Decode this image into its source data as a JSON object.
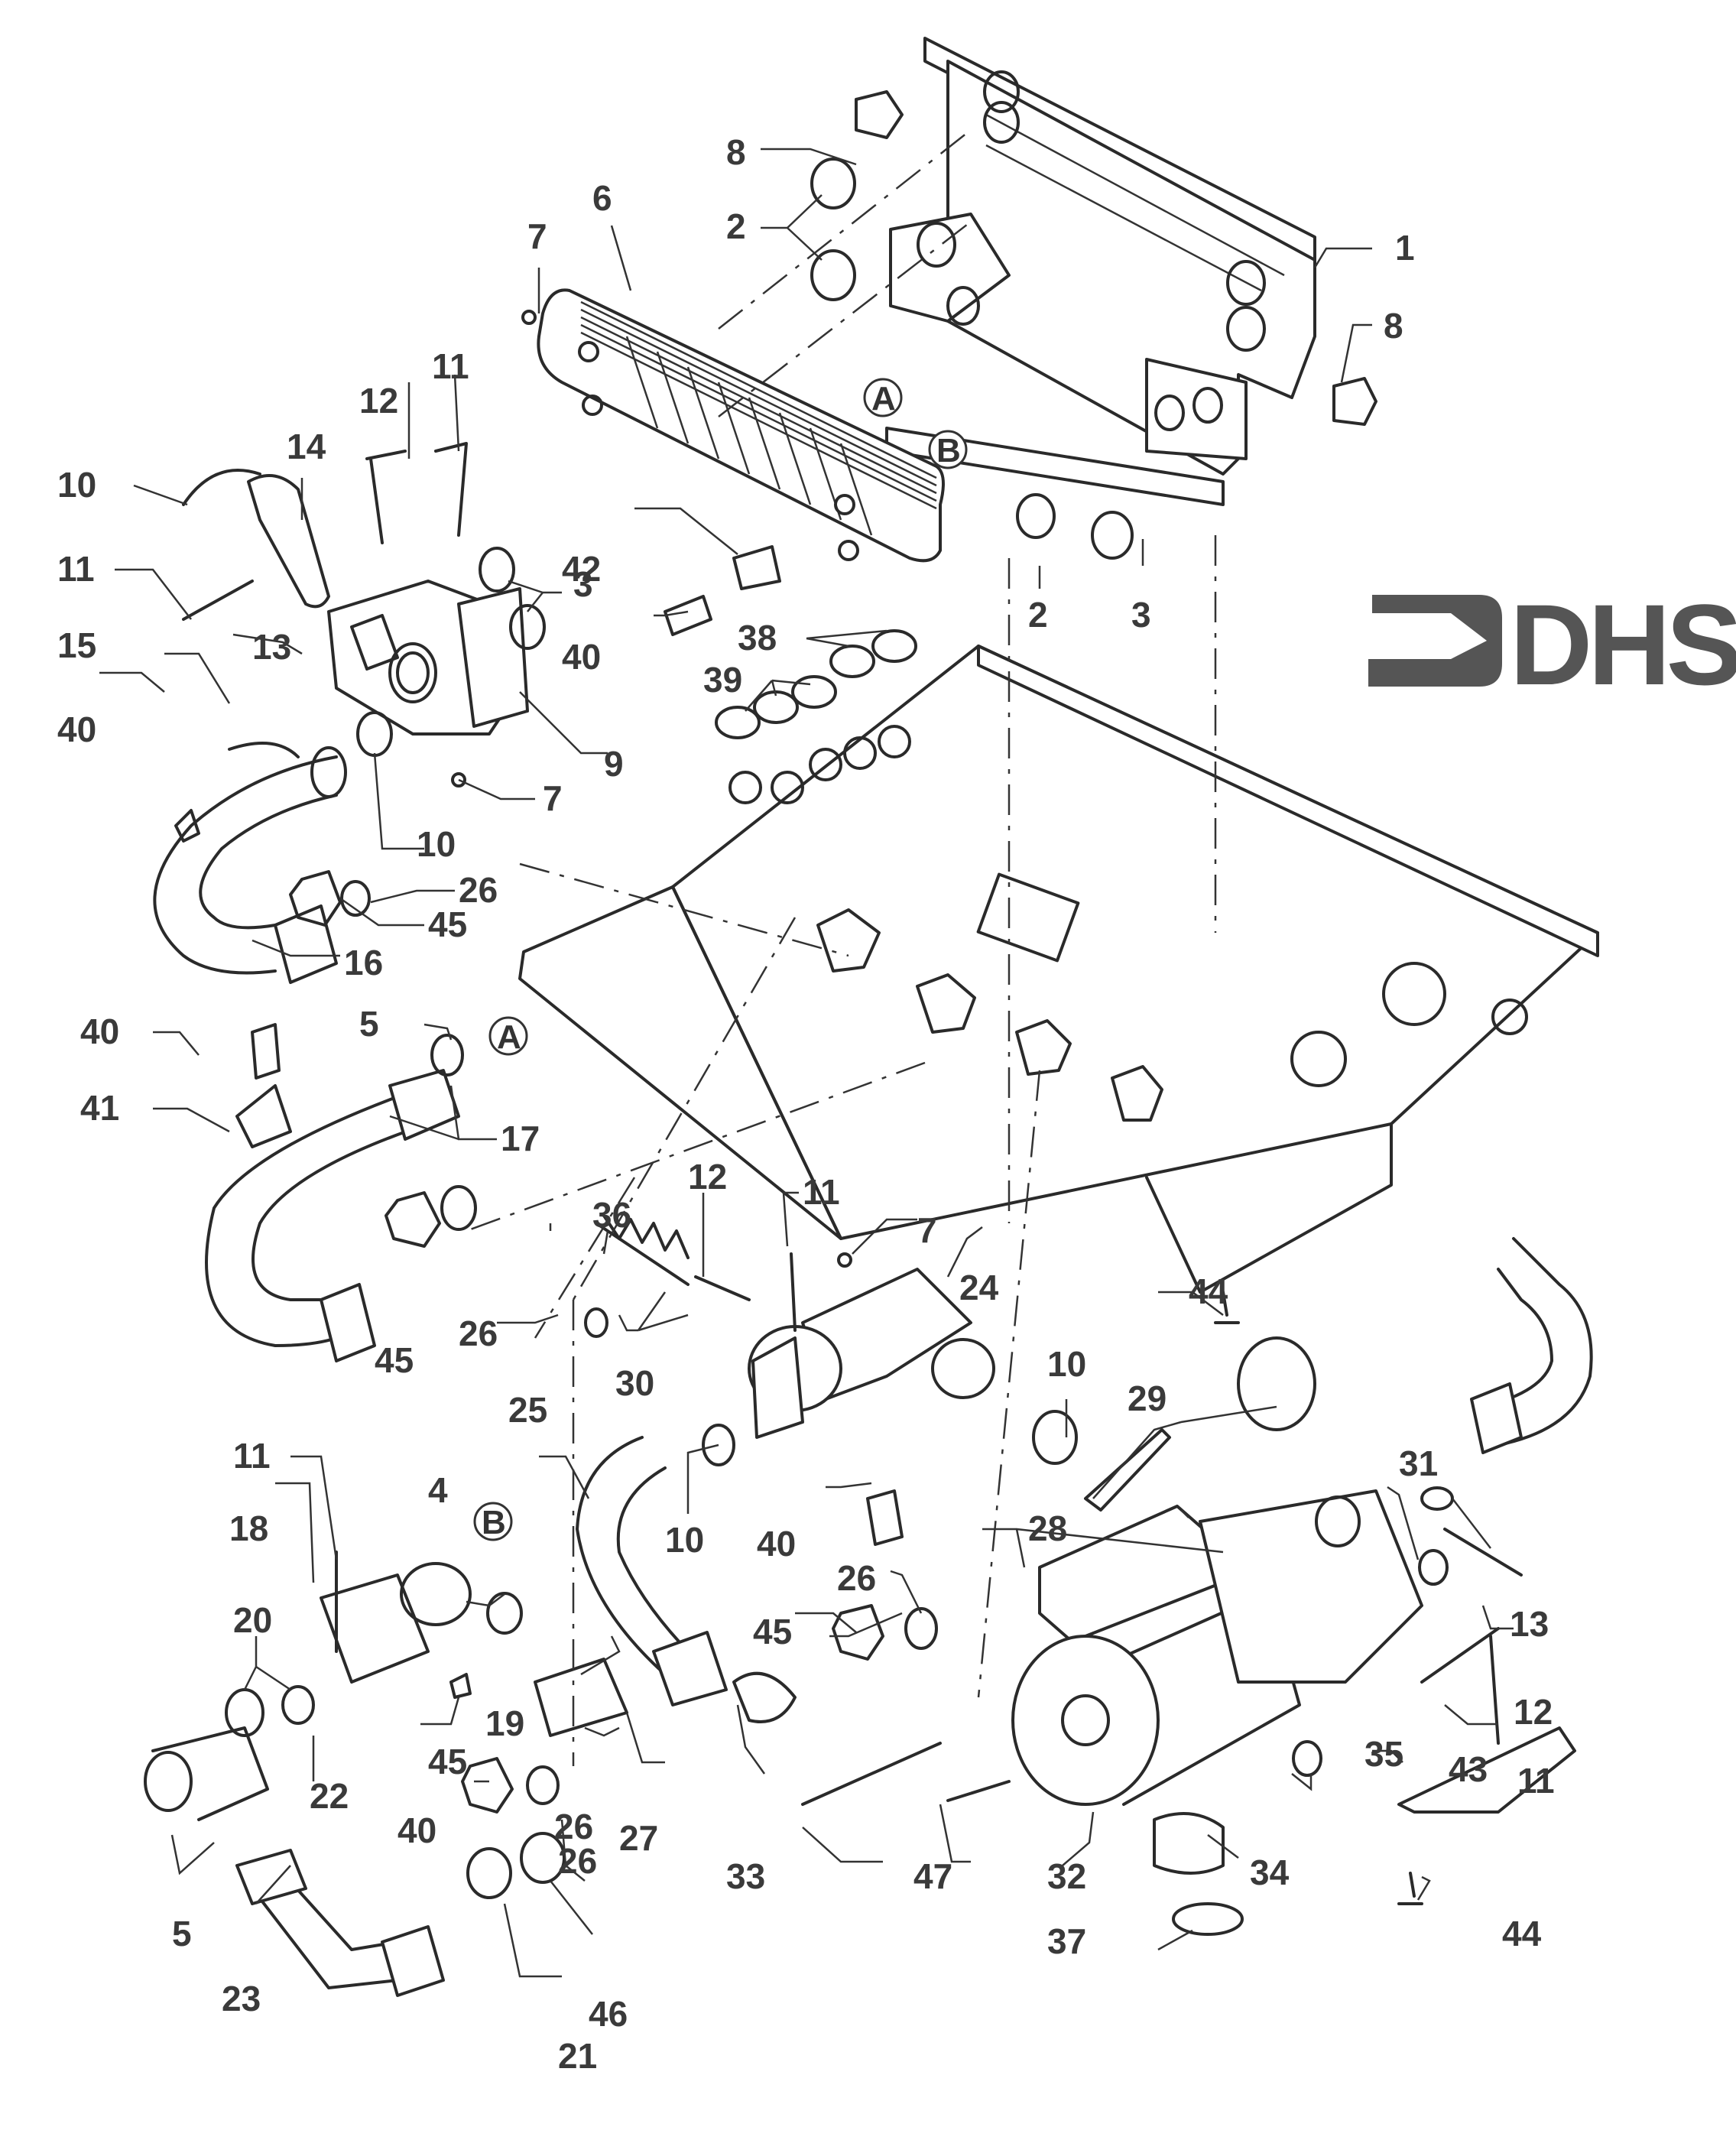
{
  "diagram": {
    "type": "exploded-parts-diagram",
    "subject": "Boiler hydraulic assembly",
    "logo": {
      "text": "DHS",
      "icon": "arrow-bracket-icon",
      "color": "#555555"
    },
    "reference_markers": [
      "A",
      "B"
    ],
    "callouts": {
      "c1": "1",
      "c2a": "2",
      "c2b": "2",
      "c3a": "3",
      "c3b": "3",
      "c4": "4",
      "c5a": "5",
      "c5b": "5",
      "c6": "6",
      "c7a": "7",
      "c7b": "7",
      "c7c": "7",
      "c8a": "8",
      "c8b": "8",
      "c9": "9",
      "c10a": "10",
      "c10b": "10",
      "c10c": "10",
      "c10d": "10",
      "c11a": "11",
      "c11b": "11",
      "c11c": "11",
      "c11d": "11",
      "c11e": "11",
      "c12a": "12",
      "c12b": "12",
      "c12c": "12",
      "c13a": "13",
      "c13b": "13",
      "c14": "14",
      "c15": "15",
      "c16": "16",
      "c17": "17",
      "c18": "18",
      "c19": "19",
      "c20": "20",
      "c21": "21",
      "c22": "22",
      "c23": "23",
      "c24": "24",
      "c25": "25",
      "c26a": "26",
      "c26b": "26",
      "c26c": "26",
      "c26d": "26",
      "c26e": "26",
      "c27": "27",
      "c28": "28",
      "c29": "29",
      "c30": "30",
      "c31": "31",
      "c32": "32",
      "c33": "33",
      "c34": "34",
      "c35": "35",
      "c36": "36",
      "c37": "37",
      "c38": "38",
      "c39": "39",
      "c40a": "40",
      "c40b": "40",
      "c40c": "40",
      "c40d": "40",
      "c40e": "40",
      "c41": "41",
      "c42": "42",
      "c43": "43",
      "c44a": "44",
      "c44b": "44",
      "c45a": "45",
      "c45b": "45",
      "c45c": "45",
      "c45d": "45",
      "c46": "46",
      "c47": "47"
    }
  }
}
